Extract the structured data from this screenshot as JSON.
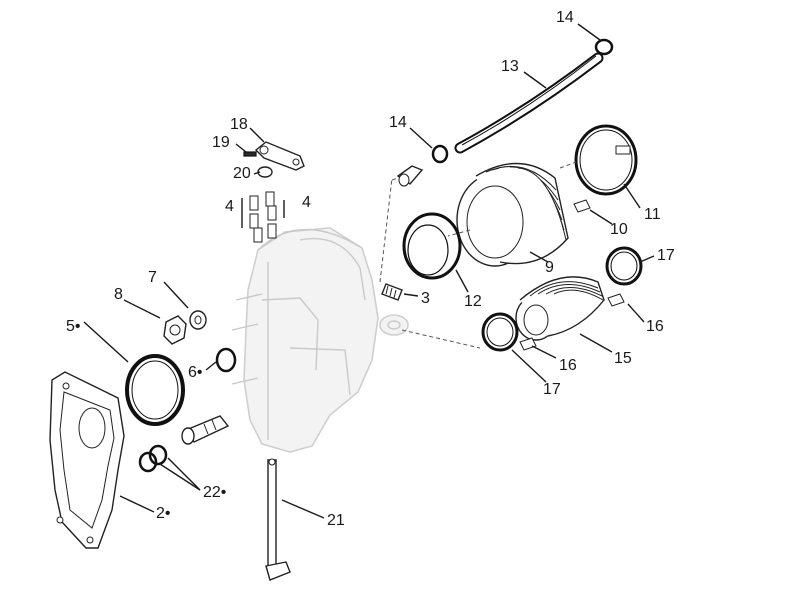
{
  "diagram": {
    "callouts": [
      {
        "id": "c14a",
        "text": "14"
      },
      {
        "id": "c13",
        "text": "13"
      },
      {
        "id": "c14b",
        "text": "14"
      },
      {
        "id": "c18",
        "text": "18"
      },
      {
        "id": "c19",
        "text": "19"
      },
      {
        "id": "c20",
        "text": "20"
      },
      {
        "id": "c4a",
        "text": "4"
      },
      {
        "id": "c4b",
        "text": "4"
      },
      {
        "id": "c11",
        "text": "11"
      },
      {
        "id": "c10",
        "text": "10"
      },
      {
        "id": "c9",
        "text": "9"
      },
      {
        "id": "c17a",
        "text": "17"
      },
      {
        "id": "c7",
        "text": "7"
      },
      {
        "id": "c8",
        "text": "8"
      },
      {
        "id": "c3",
        "text": "3"
      },
      {
        "id": "c12",
        "text": "12"
      },
      {
        "id": "c16a",
        "text": "16"
      },
      {
        "id": "c5",
        "text": "5•"
      },
      {
        "id": "c6",
        "text": "6•"
      },
      {
        "id": "c15",
        "text": "15"
      },
      {
        "id": "c16b",
        "text": "16"
      },
      {
        "id": "c17b",
        "text": "17"
      },
      {
        "id": "c22",
        "text": "22•"
      },
      {
        "id": "c2",
        "text": "2•"
      },
      {
        "id": "c21",
        "text": "21"
      }
    ]
  }
}
